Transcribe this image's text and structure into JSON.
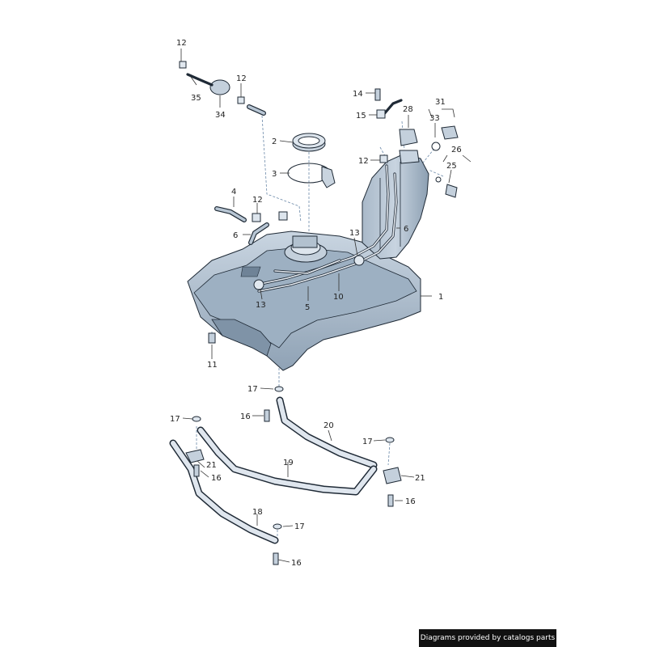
{
  "diagram": {
    "callouts": {
      "c1": "1",
      "c2": "2",
      "c3": "3",
      "c4": "4",
      "c5": "5",
      "c6a": "6",
      "c6b": "6",
      "c10": "10",
      "c11": "11",
      "c12a": "12",
      "c12b": "12",
      "c12c": "12",
      "c12d": "12",
      "c13a": "13",
      "c13b": "13",
      "c14": "14",
      "c15": "15",
      "c16a": "16",
      "c16b": "16",
      "c16c": "16",
      "c16d": "16",
      "c17a": "17",
      "c17b": "17",
      "c17c": "17",
      "c17d": "17",
      "c18": "18",
      "c19": "19",
      "c20": "20",
      "c21a": "21",
      "c21b": "21",
      "c25": "25",
      "c26": "26",
      "c28": "28",
      "c31": "31",
      "c33": "33",
      "c34": "34",
      "c35": "35"
    }
  },
  "footer": {
    "credit": "Diagrams provided by catalogs parts"
  },
  "colors": {
    "part_fill": "#b7c5d3",
    "part_shade": "#8da0b3",
    "outline": "#1f2a36",
    "dash": "#6a88a8"
  }
}
